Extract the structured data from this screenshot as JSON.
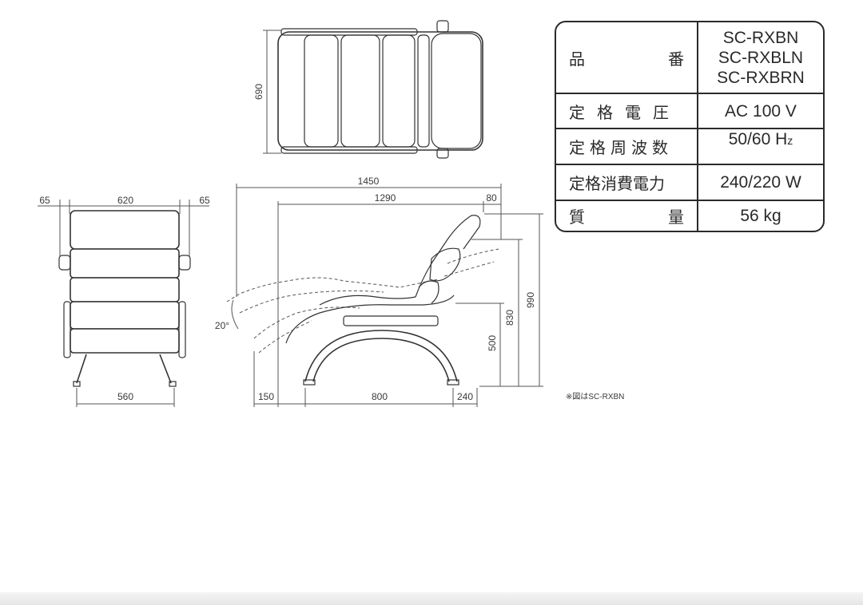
{
  "top_view": {
    "depth_label": "690"
  },
  "front_view": {
    "left_margin": "65",
    "width": "620",
    "right_margin": "65",
    "base_width": "560"
  },
  "side_view": {
    "overall_length": "1450",
    "reclined_length": "1290",
    "head_offset": "80",
    "recline_angle": "20°",
    "height_total": "990",
    "height_back": "830",
    "seat_height": "500",
    "front_offset": "150",
    "base_length": "800",
    "rear_offset": "240"
  },
  "spec_table": {
    "rows": [
      {
        "label_left": "品",
        "label_right": "番",
        "values": [
          "SC-RXBN",
          "SC-RXBLN",
          "SC-RXBRN"
        ]
      },
      {
        "label_chars": [
          "定",
          "格",
          "電",
          "圧"
        ],
        "value": "AC 100 V"
      },
      {
        "label_chars": [
          "定",
          "格",
          "周",
          "波",
          "数"
        ],
        "value_main": "50/60 H",
        "value_small": "z"
      },
      {
        "label": "定格消費電力",
        "value": "240/220 W"
      },
      {
        "label_left": "質",
        "label_right": "量",
        "value": "56 kg"
      }
    ]
  },
  "footnote": "※図はSC-RXBN"
}
